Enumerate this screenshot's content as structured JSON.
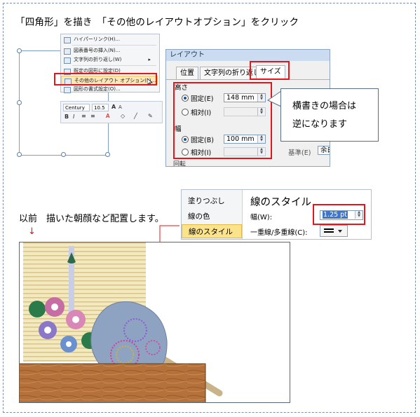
{
  "instruction": "「四角形」を描き　「その他のレイアウトオプション」をクリック",
  "context_menu": {
    "items": [
      {
        "label": "ハイパーリンク(H)...",
        "icon": "hyperlink-icon"
      },
      {
        "label": "図表番号の挿入(N)...",
        "icon": "caption-icon"
      },
      {
        "label": "文字列の折り返し(W)",
        "icon": "wrap-icon"
      },
      {
        "label": "既定の図形に設定(D)",
        "icon": "default-shape-icon"
      },
      {
        "label": "その他のレイアウト オプション(L)...",
        "icon": "layout-options-icon"
      },
      {
        "label": "図形の書式設定(O)...",
        "icon": "format-shape-icon"
      }
    ],
    "submenu_arrow": "▸",
    "mini_toolbar": {
      "font": "Century",
      "size": "10.5",
      "grow": "A",
      "shrink": "A",
      "bold": "B",
      "italic": "I",
      "center": "≡",
      "align_right": "≡",
      "font_color": "A",
      "fill": "◇",
      "line": "╱",
      "brush": "✎"
    }
  },
  "layout_dialog": {
    "title": "レイアウト",
    "tabs": [
      "位置",
      "文字列の折り返し",
      "サイズ"
    ],
    "active_tab": "サイズ",
    "height_section": "高さ",
    "width_section": "幅",
    "fixed_label": "固定(E)",
    "relative_label": "相対(I)",
    "fixed_label_w": "固定(B)",
    "relative_label_w": "相対(I)",
    "height_value": "148 mm",
    "width_value": "100 mm",
    "base_label": "基準(E)",
    "base_value": "余白",
    "rotate_label": "回転"
  },
  "callout": {
    "line1": "横書きの場合は",
    "line2": "逆になります"
  },
  "bottom_caption": "以前　描いた朝顔など配置します。",
  "arrow_down": "↓",
  "line_panel": {
    "menu": [
      "塗りつぶし",
      "線の色",
      "線のスタイル"
    ],
    "selected": "線のスタイル",
    "heading": "線のスタイル",
    "width_label": "幅(W):",
    "width_value": "1.25 pt",
    "compound_label": "一重線/多重線(C):"
  },
  "colors": {
    "accent_red": "#e0181e",
    "dialog_title": "#cbdcf0",
    "selected_menu": "#fbe38c",
    "wood": "#b5713a",
    "fan": "#8ea3c2"
  }
}
